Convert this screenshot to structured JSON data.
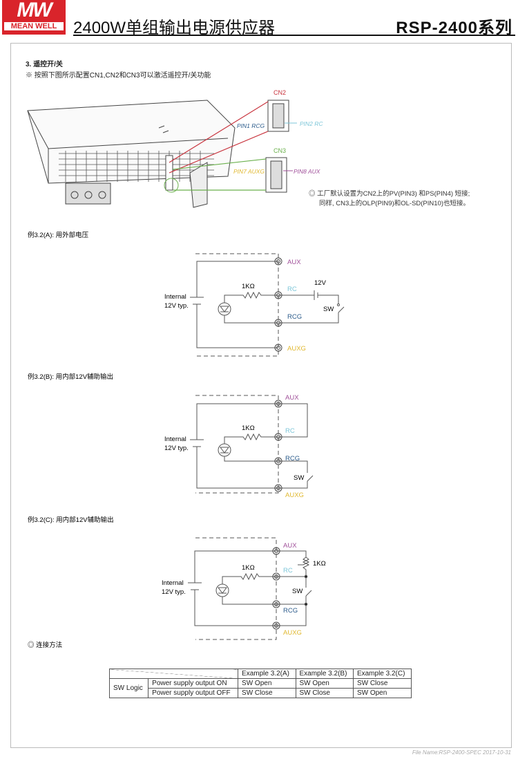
{
  "header": {
    "logo_top": "MW",
    "logo_bottom": "MEAN WELL",
    "title": "2400W单组输出电源供应器",
    "series": "RSP-2400系列"
  },
  "section": {
    "heading": "3. 遥控开/关",
    "note": "※ 按照下图所示配置CN1,CN2和CN3可以激活遥控开/关功能"
  },
  "figure": {
    "cn2": "CN2",
    "cn3": "CN3",
    "pin1": "PIN1 RCG",
    "pin2": "PIN2 RC",
    "pin7": "PIN7 AUXG",
    "pin8": "PIN8 AUX",
    "remark1": "◎ 工厂默认设置为CN2上的PV(PIN3) 和PS(PIN4) 短接;",
    "remark2": "同样, CN3上的OLP(PIN9)和OL-SD(PIN10)也短接。"
  },
  "examples": [
    {
      "caption": "例3.2(A): 用外部电压",
      "aux": "AUX",
      "rc": "RC",
      "rcg": "RCG",
      "auxg": "AUXG",
      "internal": "Internal",
      "typ": "12V typ.",
      "res": "1KΩ",
      "ext": "12V",
      "sw": "SW"
    },
    {
      "caption": "例3.2(B): 用内部12V辅助输出",
      "aux": "AUX",
      "rc": "RC",
      "rcg": "RCG",
      "auxg": "AUXG",
      "internal": "Internal",
      "typ": "12V typ.",
      "res": "1KΩ",
      "sw": "SW"
    },
    {
      "caption": "例3.2(C): 用内部12V辅助输出",
      "aux": "AUX",
      "rc": "RC",
      "rcg": "RCG",
      "auxg": "AUXG",
      "internal": "Internal",
      "typ": "12V typ.",
      "res": "1KΩ",
      "res2": "1KΩ",
      "sw": "SW"
    }
  ],
  "connection_label": "◎ 连接方法",
  "table": {
    "headers": [
      "Example 3.2(A)",
      "Example 3.2(B)",
      "Example 3.2(C)"
    ],
    "row_group": "SW Logic",
    "rows": [
      {
        "label": "Power supply output ON",
        "values": [
          "SW Open",
          "SW Open",
          "SW Close"
        ]
      },
      {
        "label": "Power supply output OFF",
        "values": [
          "SW Close",
          "SW Close",
          "SW Open"
        ]
      }
    ]
  },
  "footer": "File Name:RSP-2400-SPEC   2017-10-31",
  "colors": {
    "brand": "#d9242b",
    "aux": "#a0509a",
    "rc": "#7cc6d8",
    "rcg": "#2a5a8a",
    "auxg": "#e0b830",
    "cn2": "#c8323c",
    "cn3": "#6ab04c"
  }
}
